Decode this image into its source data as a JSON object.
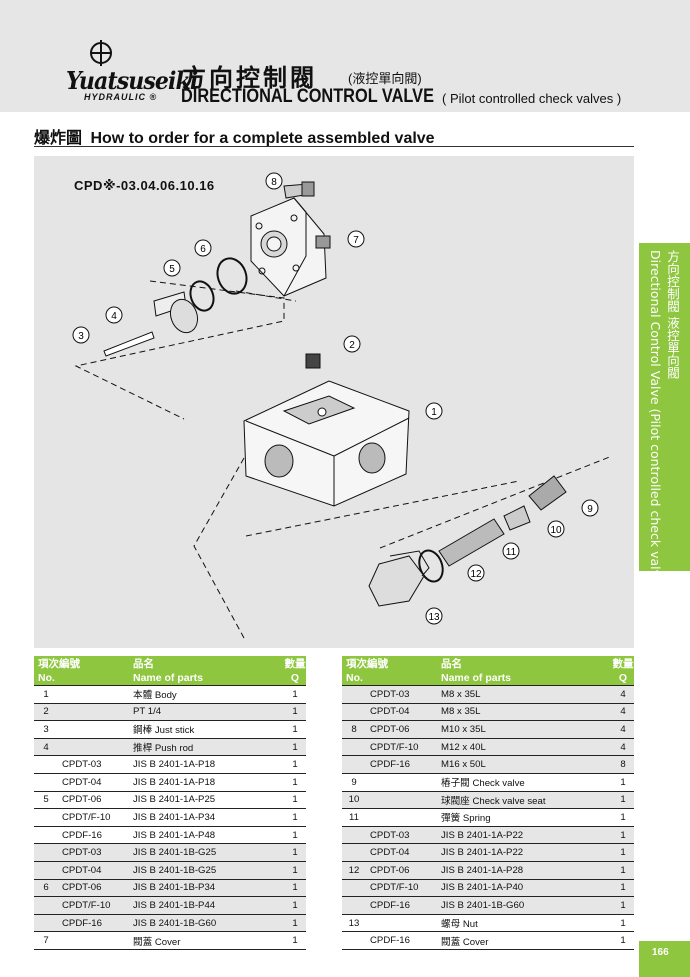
{
  "header": {
    "logo_text": "Yuatsuseiki",
    "logo_sub": "HYDRAULIC",
    "logo_mark": "®",
    "title_zh": "方向控制閥",
    "title_zh_sub": "(液控單向閥)",
    "title_en": "DIRECTIONAL CONTROL VALVE",
    "title_en_sub": "( Pilot controlled check valves )"
  },
  "section": {
    "zh": "爆炸圖",
    "en": "How to order for a complete assembled valve"
  },
  "diagram": {
    "model": "CPD※-03.04.06.10.16",
    "callouts": [
      "1",
      "2",
      "3",
      "4",
      "5",
      "6",
      "7",
      "8",
      "9",
      "10",
      "11",
      "12",
      "13"
    ]
  },
  "side_tab": {
    "zh1": "方向控制閥",
    "zh2": "液控單向閥",
    "en": "Directional Control Valve (Pilot controlled check valves)"
  },
  "page_number": "166",
  "table_headers": {
    "no_zh": "項次編號",
    "no_en": "No.",
    "name_zh": "品名",
    "name_en": "Name of parts",
    "q_zh": "數量",
    "q_en": "Q"
  },
  "left_table": [
    {
      "no": "1",
      "model": "",
      "name": "本體 Body",
      "q": "1"
    },
    {
      "no": "2",
      "model": "",
      "name": "PT 1/4",
      "q": "1"
    },
    {
      "no": "3",
      "model": "",
      "name": "鋼棒 Just stick",
      "q": "1"
    },
    {
      "no": "4",
      "model": "",
      "name": "推桿 Push rod",
      "q": "1"
    },
    {
      "no": "",
      "model": "CPDT-03",
      "name": "JIS B 2401-1A-P18",
      "q": "1"
    },
    {
      "no": "",
      "model": "CPDT-04",
      "name": "JIS B 2401-1A-P18",
      "q": "1"
    },
    {
      "no": "5",
      "model": "CPDT-06",
      "name": "JIS B 2401-1A-P25",
      "q": "1"
    },
    {
      "no": "",
      "model": "CPDT/F-10",
      "name": "JIS B 2401-1A-P34",
      "q": "1"
    },
    {
      "no": "",
      "model": "CPDF-16",
      "name": "JIS B 2401-1A-P48",
      "q": "1"
    },
    {
      "no": "",
      "model": "CPDT-03",
      "name": "JIS B 2401-1B-G25",
      "q": "1"
    },
    {
      "no": "",
      "model": "CPDT-04",
      "name": "JIS B 2401-1B-G25",
      "q": "1"
    },
    {
      "no": "6",
      "model": "CPDT-06",
      "name": "JIS B 2401-1B-P34",
      "q": "1"
    },
    {
      "no": "",
      "model": "CPDT/F-10",
      "name": "JIS B 2401-1B-P44",
      "q": "1"
    },
    {
      "no": "",
      "model": "CPDF-16",
      "name": "JIS B 2401-1B-G60",
      "q": "1"
    },
    {
      "no": "7",
      "model": "",
      "name": "閥蓋 Cover",
      "q": "1"
    }
  ],
  "right_table": [
    {
      "no": "",
      "model": "CPDT-03",
      "name": "M8 x 35L",
      "q": "4"
    },
    {
      "no": "",
      "model": "CPDT-04",
      "name": "M8 x 35L",
      "q": "4"
    },
    {
      "no": "8",
      "model": "CPDT-06",
      "name": "M10 x 35L",
      "q": "4"
    },
    {
      "no": "",
      "model": "CPDT/F-10",
      "name": "M12 x 40L",
      "q": "4"
    },
    {
      "no": "",
      "model": "CPDF-16",
      "name": "M16 x 50L",
      "q": "8"
    },
    {
      "no": "9",
      "model": "",
      "name": "樁子閥 Check valve",
      "q": "1"
    },
    {
      "no": "10",
      "model": "",
      "name": "球閥座 Check valve seat",
      "q": "1"
    },
    {
      "no": "11",
      "model": "",
      "name": "彈簧 Spring",
      "q": "1"
    },
    {
      "no": "",
      "model": "CPDT-03",
      "name": "JIS B 2401-1A-P22",
      "q": "1"
    },
    {
      "no": "",
      "model": "CPDT-04",
      "name": "JIS B 2401-1A-P22",
      "q": "1"
    },
    {
      "no": "12",
      "model": "CPDT-06",
      "name": "JIS B 2401-1A-P28",
      "q": "1"
    },
    {
      "no": "",
      "model": "CPDT/F-10",
      "name": "JIS B 2401-1A-P40",
      "q": "1"
    },
    {
      "no": "",
      "model": "CPDF-16",
      "name": "JIS B 2401-1B-G60",
      "q": "1"
    },
    {
      "no": "13",
      "model": "",
      "name": "螺母 Nut",
      "q": "1"
    },
    {
      "no": "",
      "model": "CPDF-16",
      "name": "閥蓋 Cover",
      "q": "1"
    }
  ]
}
